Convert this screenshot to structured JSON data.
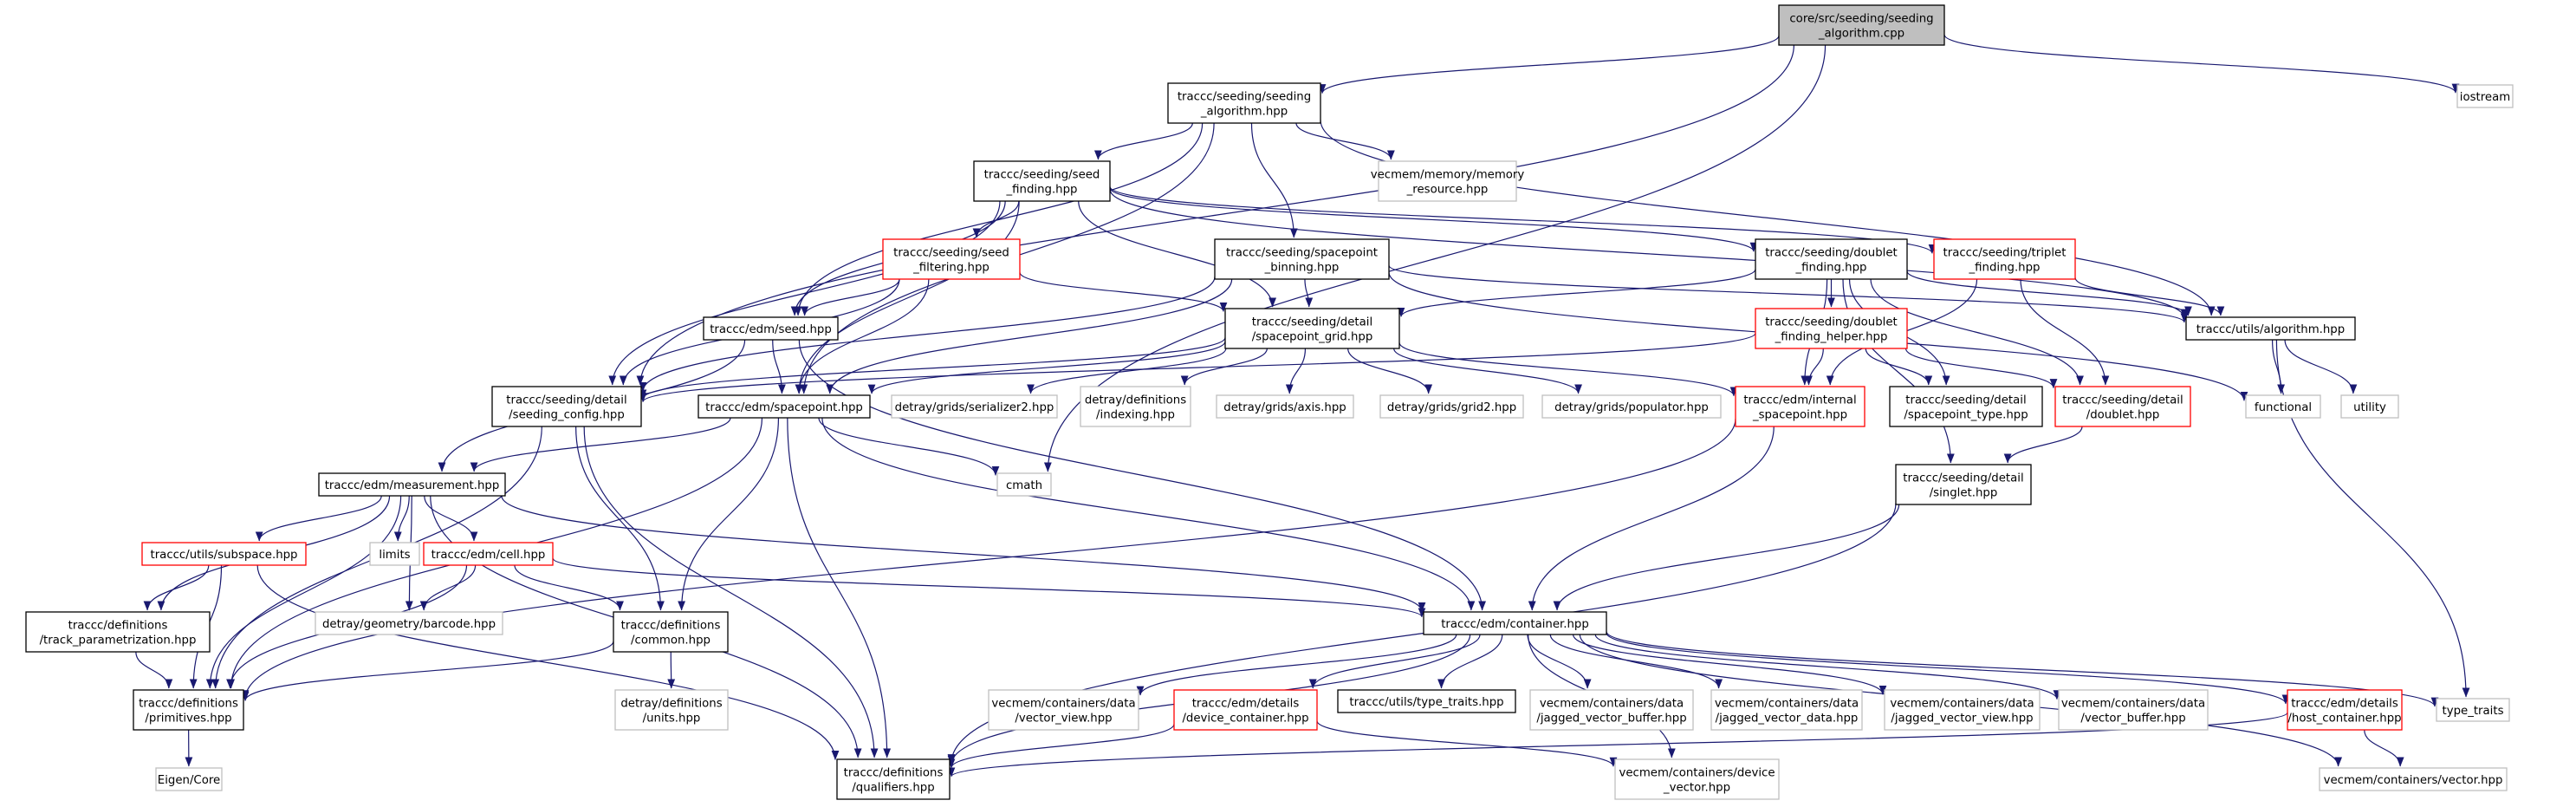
{
  "title": "",
  "nodes": [
    {
      "id": "root",
      "lines": [
        "core/src/seeding/seeding",
        "_algorithm.cpp"
      ],
      "style": "root"
    },
    {
      "id": "iostream",
      "lines": [
        "iostream"
      ],
      "style": "gray"
    },
    {
      "id": "seedalg",
      "lines": [
        "traccc/seeding/seeding",
        "_algorithm.hpp"
      ],
      "style": "black"
    },
    {
      "id": "seedfind",
      "lines": [
        "traccc/seeding/seed",
        "_finding.hpp"
      ],
      "style": "black"
    },
    {
      "id": "memres",
      "lines": [
        "vecmem/memory/memory",
        "_resource.hpp"
      ],
      "style": "gray"
    },
    {
      "id": "seedfilt",
      "lines": [
        "traccc/seeding/seed",
        "_filtering.hpp"
      ],
      "style": "red"
    },
    {
      "id": "spbin",
      "lines": [
        "traccc/seeding/spacepoint",
        "_binning.hpp"
      ],
      "style": "black"
    },
    {
      "id": "dblfind",
      "lines": [
        "traccc/seeding/doublet",
        "_finding.hpp"
      ],
      "style": "black"
    },
    {
      "id": "tripfind",
      "lines": [
        "traccc/seeding/triplet",
        "_finding.hpp"
      ],
      "style": "red"
    },
    {
      "id": "utilsalg",
      "lines": [
        "traccc/utils/algorithm.hpp"
      ],
      "style": "black"
    },
    {
      "id": "seedhpp",
      "lines": [
        "traccc/edm/seed.hpp"
      ],
      "style": "black"
    },
    {
      "id": "spgrid",
      "lines": [
        "traccc/seeding/detail",
        "/spacepoint_grid.hpp"
      ],
      "style": "black"
    },
    {
      "id": "dblhelper",
      "lines": [
        "traccc/seeding/doublet",
        "_finding_helper.hpp"
      ],
      "style": "red"
    },
    {
      "id": "seedcfg",
      "lines": [
        "traccc/seeding/detail",
        "/seeding_config.hpp"
      ],
      "style": "black"
    },
    {
      "id": "edmsp",
      "lines": [
        "traccc/edm/spacepoint.hpp"
      ],
      "style": "black"
    },
    {
      "id": "ser2",
      "lines": [
        "detray/grids/serializer2.hpp"
      ],
      "style": "gray"
    },
    {
      "id": "indexing",
      "lines": [
        "detray/definitions",
        "/indexing.hpp"
      ],
      "style": "gray"
    },
    {
      "id": "axis",
      "lines": [
        "detray/grids/axis.hpp"
      ],
      "style": "gray"
    },
    {
      "id": "grid2",
      "lines": [
        "detray/grids/grid2.hpp"
      ],
      "style": "gray"
    },
    {
      "id": "populator",
      "lines": [
        "detray/grids/populator.hpp"
      ],
      "style": "gray"
    },
    {
      "id": "internalsp",
      "lines": [
        "traccc/edm/internal",
        "_spacepoint.hpp"
      ],
      "style": "red"
    },
    {
      "id": "sptype",
      "lines": [
        "traccc/seeding/detail",
        "/spacepoint_type.hpp"
      ],
      "style": "black"
    },
    {
      "id": "doublet",
      "lines": [
        "traccc/seeding/detail",
        "/doublet.hpp"
      ],
      "style": "red"
    },
    {
      "id": "functional",
      "lines": [
        "functional"
      ],
      "style": "gray"
    },
    {
      "id": "utility",
      "lines": [
        "utility"
      ],
      "style": "gray"
    },
    {
      "id": "cmath",
      "lines": [
        "cmath"
      ],
      "style": "gray"
    },
    {
      "id": "measurement",
      "lines": [
        "traccc/edm/measurement.hpp"
      ],
      "style": "black"
    },
    {
      "id": "singlet",
      "lines": [
        "traccc/seeding/detail",
        "/singlet.hpp"
      ],
      "style": "black"
    },
    {
      "id": "limits",
      "lines": [
        "limits"
      ],
      "style": "gray"
    },
    {
      "id": "subspace",
      "lines": [
        "traccc/utils/subspace.hpp"
      ],
      "style": "red"
    },
    {
      "id": "cell",
      "lines": [
        "traccc/edm/cell.hpp"
      ],
      "style": "red"
    },
    {
      "id": "trackparam",
      "lines": [
        "traccc/definitions",
        "/track_parametrization.hpp"
      ],
      "style": "black"
    },
    {
      "id": "barcode",
      "lines": [
        "detray/geometry/barcode.hpp"
      ],
      "style": "gray"
    },
    {
      "id": "common",
      "lines": [
        "traccc/definitions",
        "/common.hpp"
      ],
      "style": "black"
    },
    {
      "id": "container",
      "lines": [
        "traccc/edm/container.hpp"
      ],
      "style": "black"
    },
    {
      "id": "primitives",
      "lines": [
        "traccc/definitions",
        "/primitives.hpp"
      ],
      "style": "black"
    },
    {
      "id": "units",
      "lines": [
        "detray/definitions",
        "/units.hpp"
      ],
      "style": "gray"
    },
    {
      "id": "vecview",
      "lines": [
        "vecmem/containers/data",
        "/vector_view.hpp"
      ],
      "style": "gray"
    },
    {
      "id": "devcont",
      "lines": [
        "traccc/edm/details",
        "/device_container.hpp"
      ],
      "style": "red"
    },
    {
      "id": "typetraitshpp",
      "lines": [
        "traccc/utils/type_traits.hpp"
      ],
      "style": "black"
    },
    {
      "id": "jvb",
      "lines": [
        "vecmem/containers/data",
        "/jagged_vector_buffer.hpp"
      ],
      "style": "gray"
    },
    {
      "id": "jvd",
      "lines": [
        "vecmem/containers/data",
        "/jagged_vector_data.hpp"
      ],
      "style": "gray"
    },
    {
      "id": "jvv",
      "lines": [
        "vecmem/containers/data",
        "/jagged_vector_view.hpp"
      ],
      "style": "gray"
    },
    {
      "id": "vecbuf",
      "lines": [
        "vecmem/containers/data",
        "/vector_buffer.hpp"
      ],
      "style": "gray"
    },
    {
      "id": "hostcont",
      "lines": [
        "traccc/edm/details",
        "/host_container.hpp"
      ],
      "style": "red"
    },
    {
      "id": "typetraits",
      "lines": [
        "type_traits"
      ],
      "style": "gray"
    },
    {
      "id": "eigen",
      "lines": [
        "Eigen/Core"
      ],
      "style": "gray"
    },
    {
      "id": "qualifiers",
      "lines": [
        "traccc/definitions",
        "/qualifiers.hpp"
      ],
      "style": "black"
    },
    {
      "id": "devvec",
      "lines": [
        "vecmem/containers/device",
        "_vector.hpp"
      ],
      "style": "gray"
    },
    {
      "id": "vector",
      "lines": [
        "vecmem/containers/vector.hpp"
      ],
      "style": "gray"
    }
  ],
  "edges": [
    [
      "root",
      "iostream"
    ],
    [
      "root",
      "seedalg"
    ],
    [
      "root",
      "seedcfg"
    ],
    [
      "root",
      "cmath"
    ],
    [
      "seedalg",
      "seedfind"
    ],
    [
      "seedalg",
      "memres"
    ],
    [
      "seedalg",
      "spbin"
    ],
    [
      "seedalg",
      "utilsalg"
    ],
    [
      "seedalg",
      "seedhpp"
    ],
    [
      "seedalg",
      "edmsp"
    ],
    [
      "seedfind",
      "seedfilt"
    ],
    [
      "seedfind",
      "dblfind"
    ],
    [
      "seedfind",
      "tripfind"
    ],
    [
      "seedfind",
      "utilsalg"
    ],
    [
      "seedfind",
      "seedhpp"
    ],
    [
      "seedfind",
      "spgrid"
    ],
    [
      "seedfind",
      "seedcfg"
    ],
    [
      "seedfind",
      "edmsp"
    ],
    [
      "seedfilt",
      "seedhpp"
    ],
    [
      "seedfilt",
      "spgrid"
    ],
    [
      "seedfilt",
      "seedcfg"
    ],
    [
      "seedfilt",
      "edmsp"
    ],
    [
      "spbin",
      "spgrid"
    ],
    [
      "spbin",
      "seedcfg"
    ],
    [
      "spbin",
      "utilsalg"
    ],
    [
      "spbin",
      "functional"
    ],
    [
      "spbin",
      "edmsp"
    ],
    [
      "dblfind",
      "dblhelper"
    ],
    [
      "dblfind",
      "sptype"
    ],
    [
      "dblfind",
      "doublet"
    ],
    [
      "dblfind",
      "internalsp"
    ],
    [
      "dblfind",
      "spgrid"
    ],
    [
      "dblfind",
      "singlet"
    ],
    [
      "dblfind",
      "utilsalg"
    ],
    [
      "tripfind",
      "internalsp"
    ],
    [
      "tripfind",
      "doublet"
    ],
    [
      "tripfind",
      "utilsalg"
    ],
    [
      "utilsalg",
      "functional"
    ],
    [
      "utilsalg",
      "utility"
    ],
    [
      "utilsalg",
      "typetraits"
    ],
    [
      "seedhpp",
      "edmsp"
    ],
    [
      "seedhpp",
      "measurement"
    ],
    [
      "seedhpp",
      "container"
    ],
    [
      "spgrid",
      "seedcfg"
    ],
    [
      "spgrid",
      "edmsp"
    ],
    [
      "spgrid",
      "ser2"
    ],
    [
      "spgrid",
      "indexing"
    ],
    [
      "spgrid",
      "axis"
    ],
    [
      "spgrid",
      "grid2"
    ],
    [
      "spgrid",
      "populator"
    ],
    [
      "spgrid",
      "internalsp"
    ],
    [
      "dblhelper",
      "seedcfg"
    ],
    [
      "dblhelper",
      "internalsp"
    ],
    [
      "dblhelper",
      "sptype"
    ],
    [
      "dblhelper",
      "doublet"
    ],
    [
      "seedcfg",
      "primitives"
    ],
    [
      "seedcfg",
      "common"
    ],
    [
      "seedcfg",
      "qualifiers"
    ],
    [
      "edmsp",
      "measurement"
    ],
    [
      "edmsp",
      "cmath"
    ],
    [
      "edmsp",
      "container"
    ],
    [
      "edmsp",
      "common"
    ],
    [
      "edmsp",
      "primitives"
    ],
    [
      "edmsp",
      "qualifiers"
    ],
    [
      "internalsp",
      "container"
    ],
    [
      "internalsp",
      "primitives"
    ],
    [
      "doublet",
      "singlet"
    ],
    [
      "singlet",
      "container"
    ],
    [
      "singlet",
      "qualifiers"
    ],
    [
      "measurement",
      "limits"
    ],
    [
      "measurement",
      "subspace"
    ],
    [
      "measurement",
      "cell"
    ],
    [
      "measurement",
      "barcode"
    ],
    [
      "measurement",
      "trackparam"
    ],
    [
      "measurement",
      "primitives"
    ],
    [
      "measurement",
      "container"
    ],
    [
      "measurement",
      "qualifiers"
    ],
    [
      "subspace",
      "trackparam"
    ],
    [
      "subspace",
      "primitives"
    ],
    [
      "subspace",
      "qualifiers"
    ],
    [
      "cell",
      "barcode"
    ],
    [
      "cell",
      "common"
    ],
    [
      "cell",
      "container"
    ],
    [
      "cell",
      "primitives"
    ],
    [
      "trackparam",
      "primitives"
    ],
    [
      "common",
      "primitives"
    ],
    [
      "common",
      "units"
    ],
    [
      "primitives",
      "eigen"
    ],
    [
      "container",
      "vecview"
    ],
    [
      "container",
      "devcont"
    ],
    [
      "container",
      "typetraitshpp"
    ],
    [
      "container",
      "jvb"
    ],
    [
      "container",
      "jvd"
    ],
    [
      "container",
      "jvv"
    ],
    [
      "container",
      "vecbuf"
    ],
    [
      "container",
      "hostcont"
    ],
    [
      "container",
      "typetraits"
    ],
    [
      "container",
      "qualifiers"
    ],
    [
      "container",
      "devvec"
    ],
    [
      "container",
      "vector"
    ],
    [
      "devcont",
      "qualifiers"
    ],
    [
      "devcont",
      "devvec"
    ],
    [
      "hostcont",
      "qualifiers"
    ],
    [
      "hostcont",
      "vector"
    ]
  ]
}
